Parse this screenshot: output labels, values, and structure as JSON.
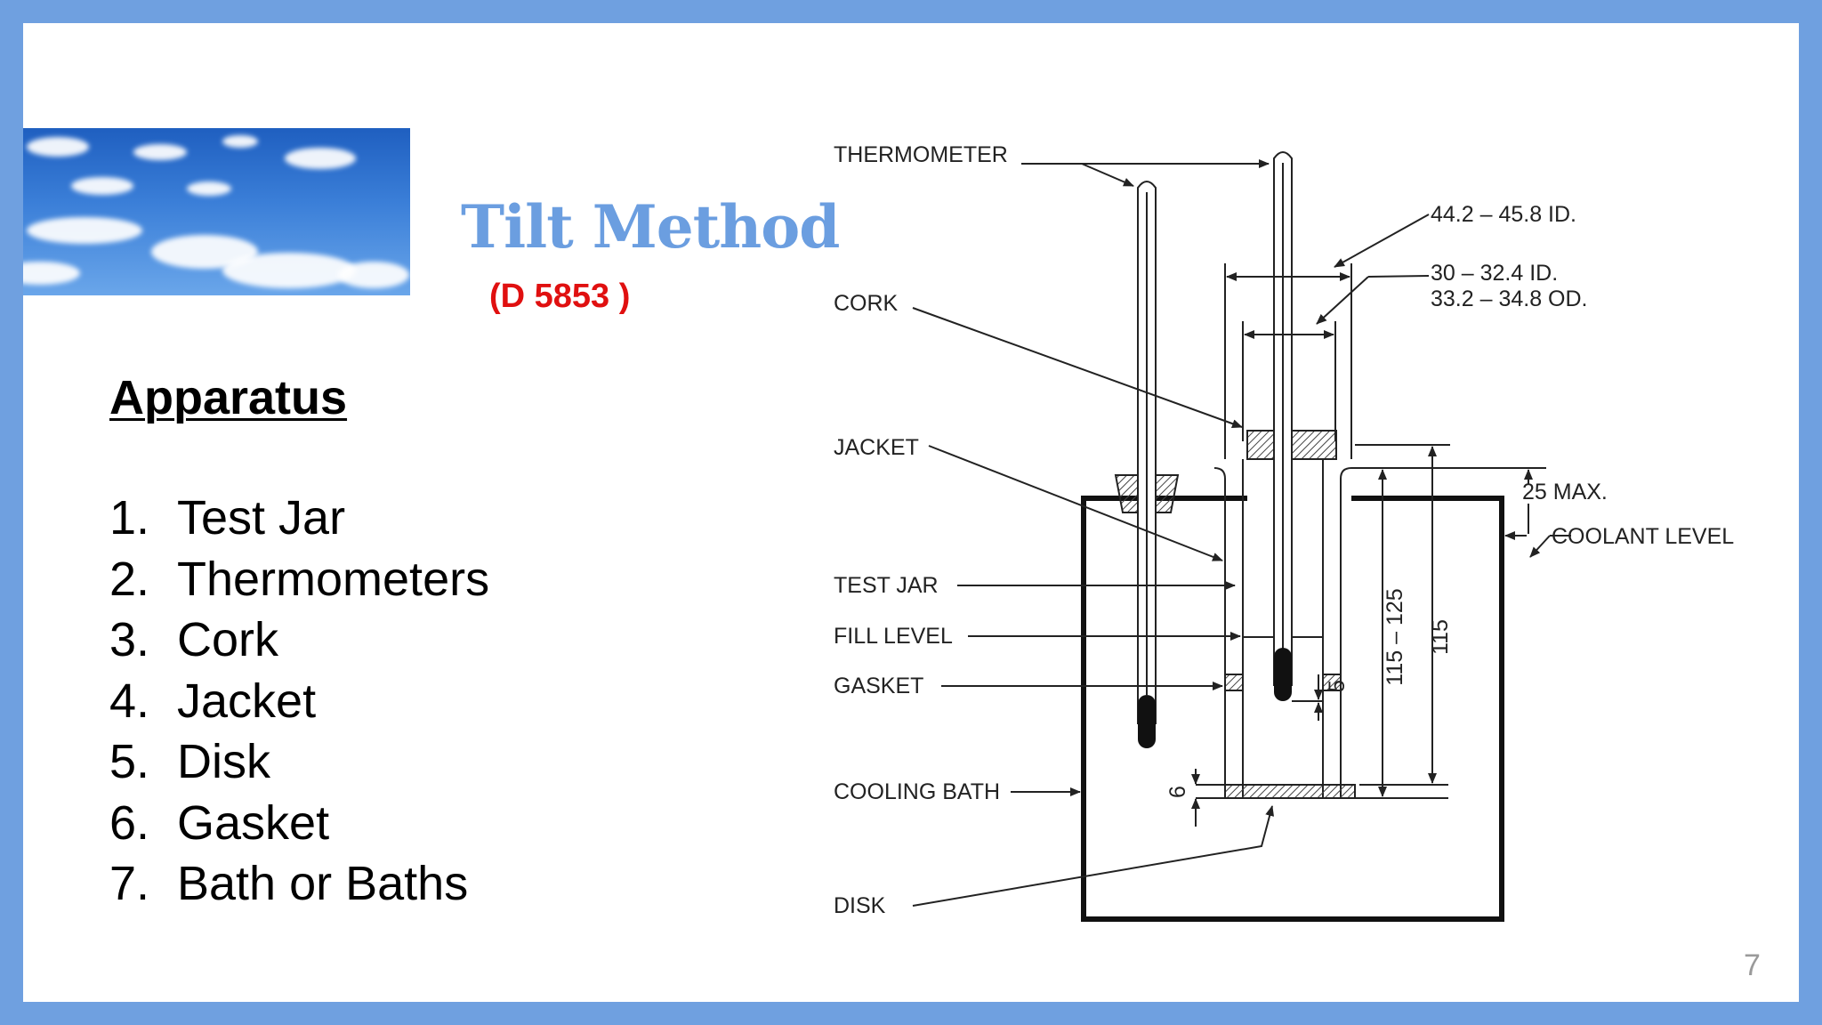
{
  "slide": {
    "title": "Tilt Method",
    "subtitle": "(D 5853 )",
    "heading": "Apparatus",
    "items": [
      {
        "num": "1.",
        "label": "Test Jar"
      },
      {
        "num": "2.",
        "label": "Thermometers"
      },
      {
        "num": "3.",
        "label": "Cork"
      },
      {
        "num": "4.",
        "label": "Jacket"
      },
      {
        "num": "5.",
        "label": "Disk"
      },
      {
        "num": "6.",
        "label": "Gasket"
      },
      {
        "num": "7.",
        "label": "Bath or Baths"
      }
    ],
    "page_number": "7"
  },
  "diagram": {
    "labels": {
      "thermometer": "THERMOMETER",
      "cork": "CORK",
      "jacket": "JACKET",
      "test_jar": "TEST JAR",
      "fill_level": "FILL LEVEL",
      "gasket": "GASKET",
      "cooling_bath": "COOLING BATH",
      "disk": "DISK",
      "dim_outer": "44.2 – 45.8 ID.",
      "dim_inner_id": "30 – 32.4 ID.",
      "dim_inner_od": "33.2 – 34.8 OD.",
      "max": "25 MAX.",
      "coolant_level": "COOLANT LEVEL",
      "dim_115_125": "115 – 125",
      "dim_115": "115",
      "dim_5": "5",
      "dim_6": "6"
    }
  },
  "colors": {
    "border": "#6fa0e0",
    "title": "#6b9ee0",
    "subtitle": "#e01010"
  }
}
